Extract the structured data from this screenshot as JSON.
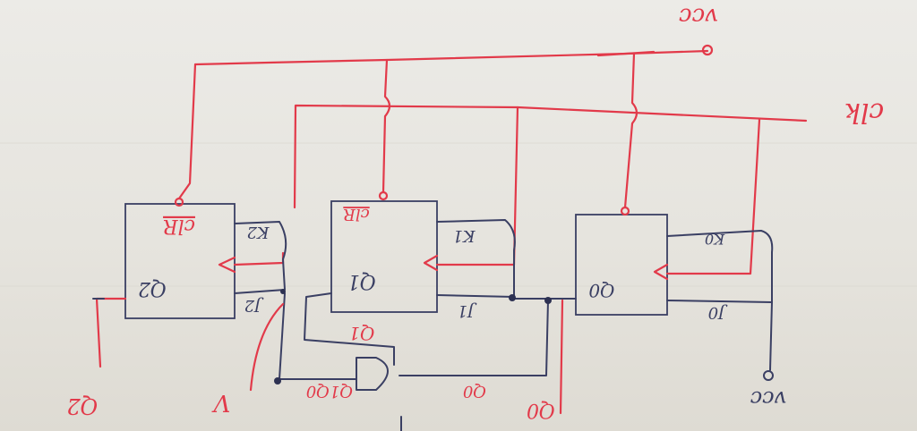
{
  "labels": {
    "vcc_top": "vcc",
    "vcc_bottom": "vcc",
    "clk": "clk",
    "ff2": {
      "q": "Q2",
      "j": "J2",
      "k": "K2",
      "clr": "clR"
    },
    "ff1": {
      "q": "Q1",
      "j": "J1",
      "k": "K1",
      "clr": "clR"
    },
    "ff0": {
      "q": "Q0",
      "j": "J0",
      "k": "K0"
    },
    "gate_out": "Q1",
    "gate_in_a": "Q1Q0",
    "gate_in_b": "Q0",
    "out_q2": "Q2",
    "out_v": "V",
    "out_q0": "Q0"
  },
  "colors": {
    "ink_red": "#e23a4a",
    "ink_blue": "#3a3f63"
  }
}
